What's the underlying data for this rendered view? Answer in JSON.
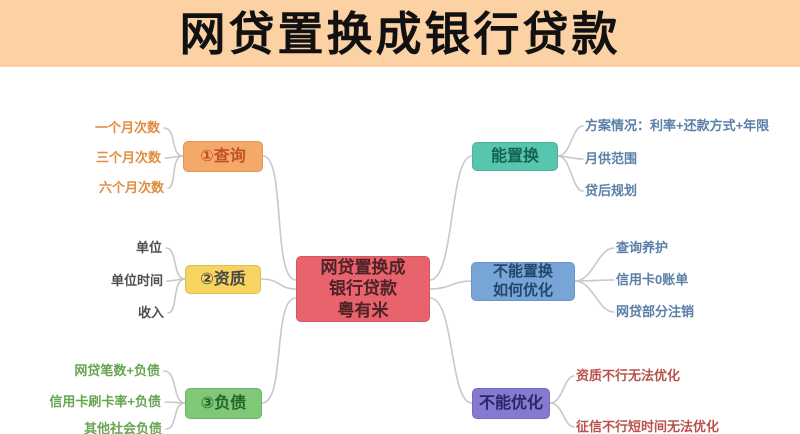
{
  "banner": {
    "title": "网贷置换成银行贷款",
    "bg": "#fcd1a4"
  },
  "colors": {
    "connector": "#c8c8c8",
    "banner_bg": "#fcd1a4",
    "center_bg": "#e8636c",
    "query_bg": "#f5a968",
    "qualification_bg": "#f7d35f",
    "debt_bg": "#7ec878",
    "can_swap_bg": "#57c6ae",
    "cannot_swap_bg": "#78a5d7",
    "cannot_optimize_bg": "#857ad1"
  },
  "center": {
    "line1": "网贷置换成",
    "line2": "银行贷款",
    "line3": "粤有米",
    "bg": "#e8636c",
    "fg": "#4e2226"
  },
  "left_branches": [
    {
      "id": "query",
      "label": "①查询",
      "bg": "#f5a968",
      "fg": "#c2512a",
      "leaf_color": "#df8d3e",
      "leaves": [
        "一个月次数",
        "三个月次数",
        "六个月次数"
      ]
    },
    {
      "id": "qualification",
      "label": "②资质",
      "bg": "#f7d35f",
      "fg": "#474747",
      "leaf_color": "#4f4f4f",
      "leaves": [
        "单位",
        "单位时间",
        "收入"
      ]
    },
    {
      "id": "debt",
      "label": "③负债",
      "bg": "#7ec878",
      "fg": "#27632a",
      "leaf_color": "#68a554",
      "leaves": [
        "网贷笔数+负债",
        "信用卡刷卡率+负债",
        "其他社会负债"
      ]
    }
  ],
  "right_branches": [
    {
      "id": "can-swap",
      "label": "能置换",
      "bg": "#57c6ae",
      "fg": "#156355",
      "leaf_color": "#5b80a8",
      "leaves": [
        "方案情况：利率+还款方式+年限",
        "月供范围",
        "贷后规划"
      ]
    },
    {
      "id": "cannot-swap",
      "label_line1": "不能置换",
      "label_line2": "如何优化",
      "bg": "#78a5d7",
      "fg": "#24476d",
      "leaf_color": "#5b80a8",
      "leaves": [
        "查询养护",
        "信用卡0账单",
        "网贷部分注销"
      ]
    },
    {
      "id": "cannot-optimize",
      "label": "不能优化",
      "bg": "#857ad1",
      "fg": "#2f2566",
      "leaf_color": "#b9524c",
      "leaves": [
        "资质不行无法优化",
        "征信不行短时间无法优化"
      ]
    }
  ]
}
